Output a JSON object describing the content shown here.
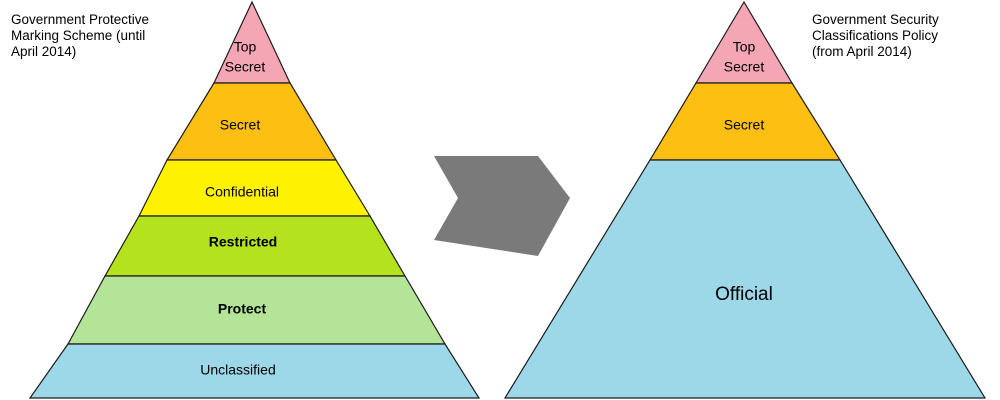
{
  "left_pyramid": {
    "caption": "Government Protective\nMarking Scheme (until\nApril 2014)",
    "levels": [
      {
        "label_line1": "Top",
        "label_line2": "Secret",
        "color": "#f4a6b4"
      },
      {
        "label": "Secret",
        "color": "#fcbf12"
      },
      {
        "label": "Confidential",
        "color": "#fff200"
      },
      {
        "label": "Restricted",
        "color": "#b5e21e"
      },
      {
        "label": "Protect",
        "color": "#b4e497"
      },
      {
        "label": "Unclassified",
        "color": "#9dd8e8"
      }
    ]
  },
  "transition_arrow": {
    "color": "#7a7a7a"
  },
  "right_pyramid": {
    "caption": "Government Security\nClassifications Policy\n(from April 2014)",
    "levels": [
      {
        "label_line1": "Top",
        "label_line2": "Secret",
        "color": "#f4a6b4"
      },
      {
        "label": "Secret",
        "color": "#fcbf12"
      },
      {
        "label": "Official",
        "color": "#9dd8e8"
      }
    ]
  }
}
